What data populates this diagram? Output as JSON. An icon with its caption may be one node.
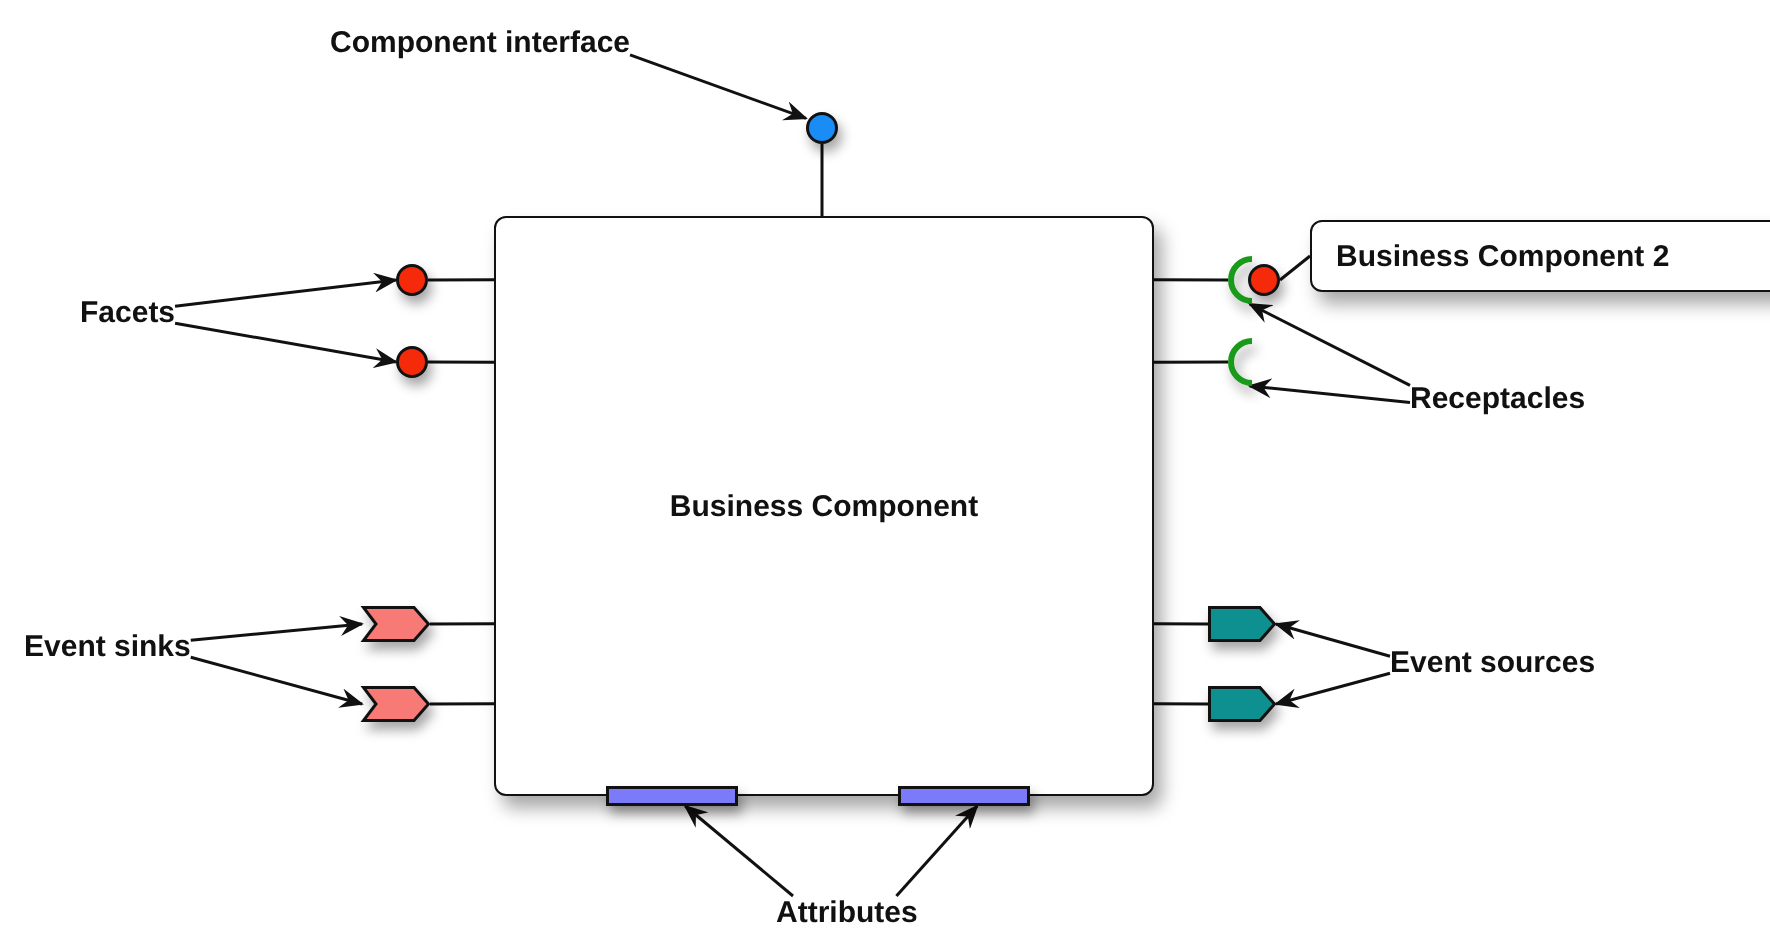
{
  "diagram": {
    "nodes": [
      {
        "text": [
          "Business Component"
        ]
      },
      {
        "text": [
          "Business Component 2"
        ]
      },
      {
        "text": [
          "Component interface"
        ]
      },
      {
        "text": [],
        "shape": "circle"
      },
      {
        "text": [
          "Facets"
        ]
      },
      {
        "text": [],
        "shape": "circle"
      },
      {
        "text": [],
        "shape": "circle"
      },
      {
        "text": [
          "Receptacles"
        ]
      },
      {
        "text": [],
        "shape": "arc"
      },
      {
        "text": [],
        "shape": "arc"
      },
      {
        "text": [],
        "shape": "circle"
      },
      {
        "text": [
          "Event sinks"
        ]
      },
      {
        "text": [],
        "shape": "chevron"
      },
      {
        "text": [],
        "shape": "chevron"
      },
      {
        "text": [
          "Event sources"
        ]
      },
      {
        "text": [],
        "shape": "pentagon"
      },
      {
        "text": [],
        "shape": "pentagon"
      },
      {
        "text": [
          "Attributes"
        ]
      },
      {
        "text": [],
        "shape": "bar"
      },
      {
        "text": [],
        "shape": "bar"
      }
    ],
    "edges": [
      {
        "from": 2,
        "to": 3,
        "arrow": "to"
      },
      {
        "from": 4,
        "to": 5,
        "arrow": "to"
      },
      {
        "from": 4,
        "to": 6,
        "arrow": "to"
      },
      {
        "from": 7,
        "to": 8,
        "arrow": "to"
      },
      {
        "from": 7,
        "to": 9,
        "arrow": "to"
      },
      {
        "from": 11,
        "to": 12,
        "arrow": "to"
      },
      {
        "from": 11,
        "to": 13,
        "arrow": "to"
      },
      {
        "from": 14,
        "to": 15,
        "arrow": "to"
      },
      {
        "from": 14,
        "to": 16,
        "arrow": "to"
      },
      {
        "from": 17,
        "to": 18,
        "arrow": "to"
      },
      {
        "from": 17,
        "to": 19,
        "arrow": "to"
      },
      {
        "from": 3,
        "to": 0,
        "arrow": "none"
      },
      {
        "from": 5,
        "to": 0,
        "arrow": "none"
      },
      {
        "from": 6,
        "to": 0,
        "arrow": "none"
      },
      {
        "from": 0,
        "to": 8,
        "arrow": "none"
      },
      {
        "from": 0,
        "to": 9,
        "arrow": "none"
      },
      {
        "from": 12,
        "to": 0,
        "arrow": "none"
      },
      {
        "from": 13,
        "to": 0,
        "arrow": "none"
      },
      {
        "from": 0,
        "to": 15,
        "arrow": "none"
      },
      {
        "from": 0,
        "to": 16,
        "arrow": "none"
      },
      {
        "from": 10,
        "to": 1,
        "arrow": "none"
      }
    ]
  }
}
